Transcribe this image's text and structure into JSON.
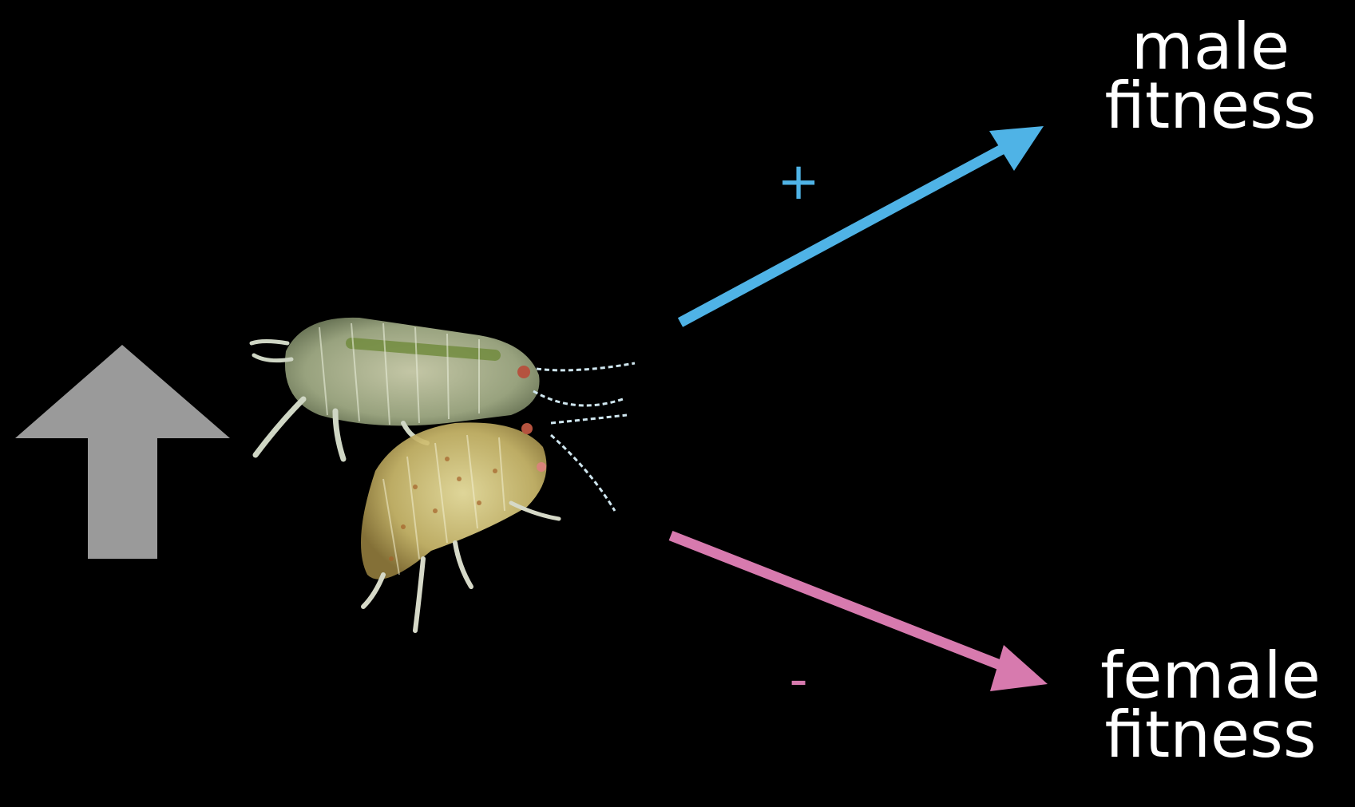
{
  "labels": {
    "male_line1": "male",
    "male_line2": "fitness",
    "female_line1": "female",
    "female_line2": "fitness"
  },
  "signs": {
    "positive": "+",
    "negative": "-"
  },
  "colors": {
    "background": "#000000",
    "male_arrow": "#4fb3e6",
    "female_arrow": "#d77aae",
    "up_arrow": "#9a9a9a",
    "text": "#ffffff"
  },
  "icons": {
    "up_arrow": "up-arrow-icon",
    "male_arrow": "arrow-up-right-icon",
    "female_arrow": "arrow-down-right-icon"
  }
}
